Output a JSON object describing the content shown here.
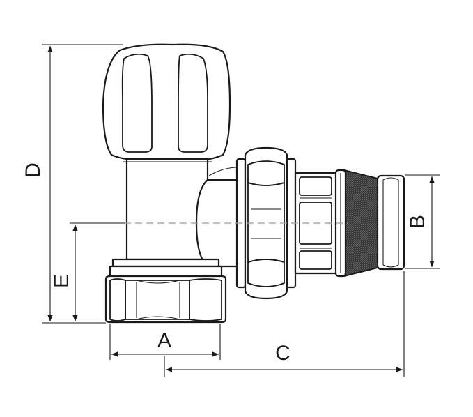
{
  "dimensions": {
    "A": "A",
    "B": "B",
    "C": "C",
    "D": "D",
    "E": "E"
  }
}
